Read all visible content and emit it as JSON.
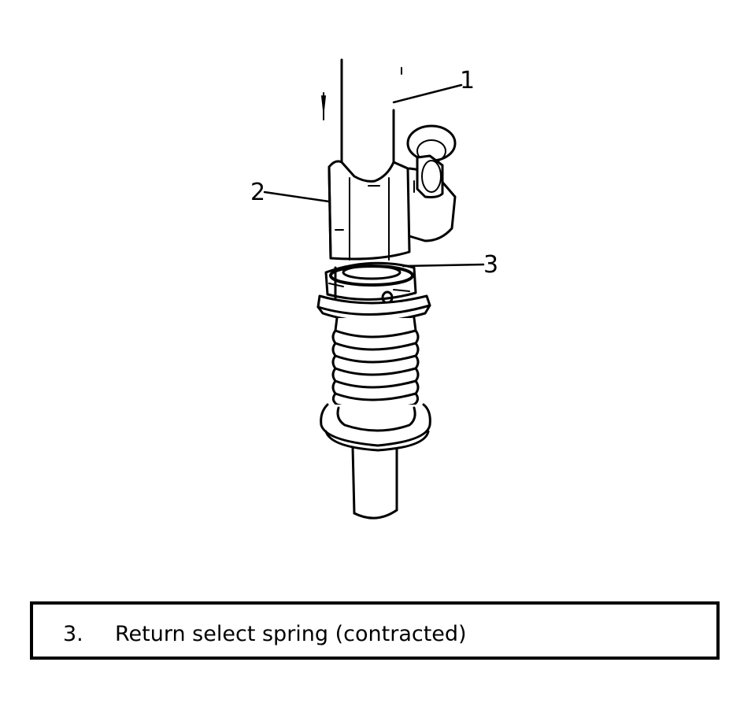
{
  "diagram": {
    "callouts": [
      {
        "id": "1",
        "label": "1"
      },
      {
        "id": "2",
        "label": "2"
      },
      {
        "id": "3",
        "label": "3"
      }
    ]
  },
  "legend": {
    "items": [
      {
        "number": "3.",
        "text": "Return select spring (contracted)"
      }
    ]
  }
}
